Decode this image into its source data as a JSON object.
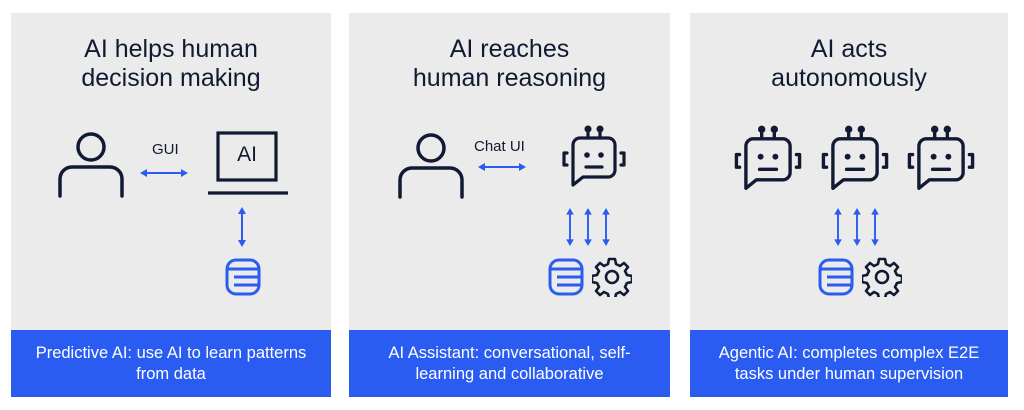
{
  "panels": [
    {
      "title_line1": "AI helps human",
      "title_line2": "decision making",
      "connector_label": "GUI",
      "screen_label": "AI",
      "footer": "Predictive AI: use AI to learn patterns from data"
    },
    {
      "title_line1": "AI reaches",
      "title_line2": "human reasoning",
      "connector_label": "Chat UI",
      "footer": "AI Assistant: conversational, self-learning and collaborative"
    },
    {
      "title_line1": "AI acts",
      "title_line2": "autonomously",
      "footer": "Agentic AI: completes complex E2E tasks under human supervision"
    }
  ],
  "colors": {
    "accent": "#2a5cf2",
    "ink": "#111a33",
    "panel_bg": "#ebebeb"
  }
}
